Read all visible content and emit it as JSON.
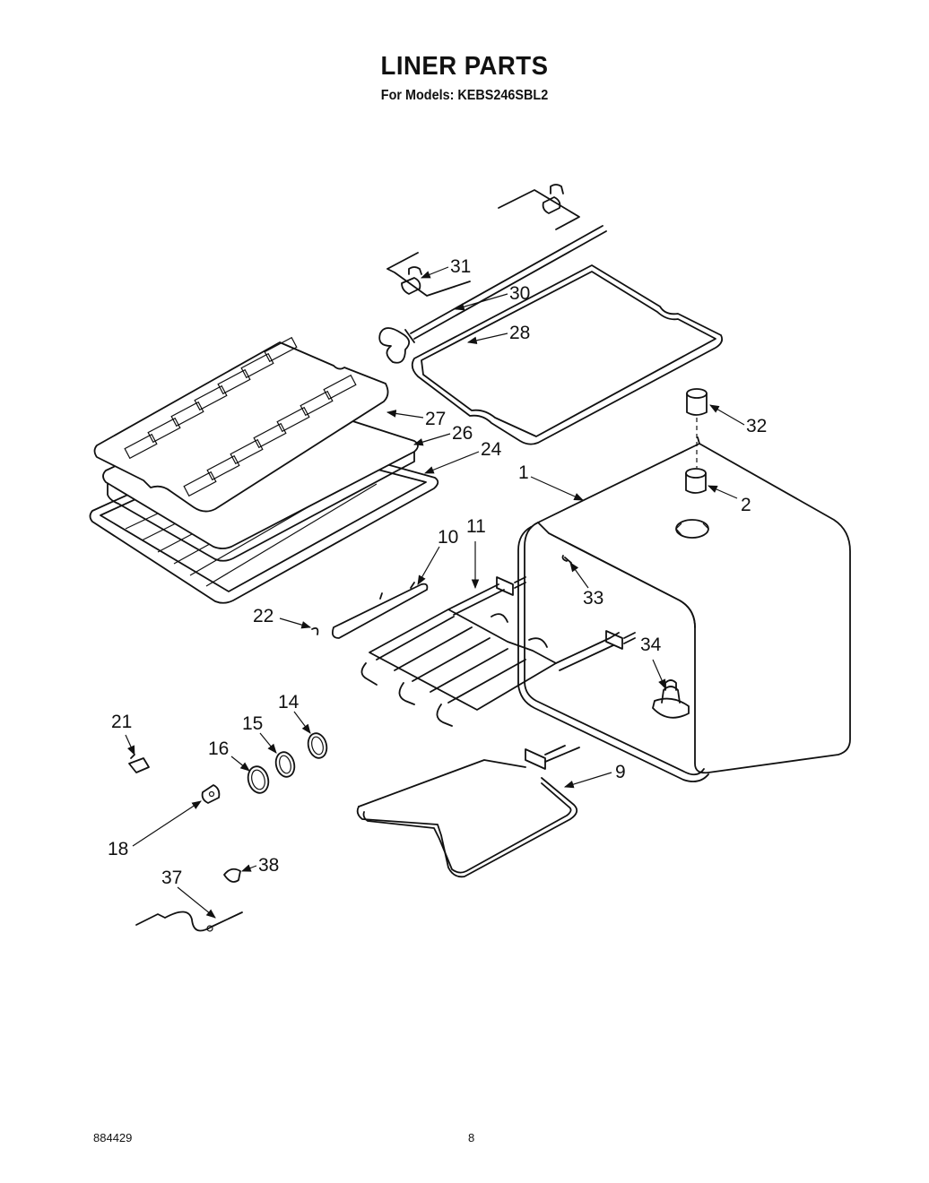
{
  "header": {
    "title": "LINER PARTS",
    "subtitle": "For Models: KEBS246SBL2"
  },
  "footer": {
    "code": "884429",
    "page": "8"
  },
  "callouts": [
    "31",
    "30",
    "28",
    "27",
    "26",
    "24",
    "32",
    "1",
    "2",
    "11",
    "10",
    "33",
    "22",
    "34",
    "21",
    "14",
    "15",
    "16",
    "9",
    "18",
    "38",
    "37"
  ],
  "colors": {
    "ink": "#111111",
    "paper": "#ffffff"
  }
}
